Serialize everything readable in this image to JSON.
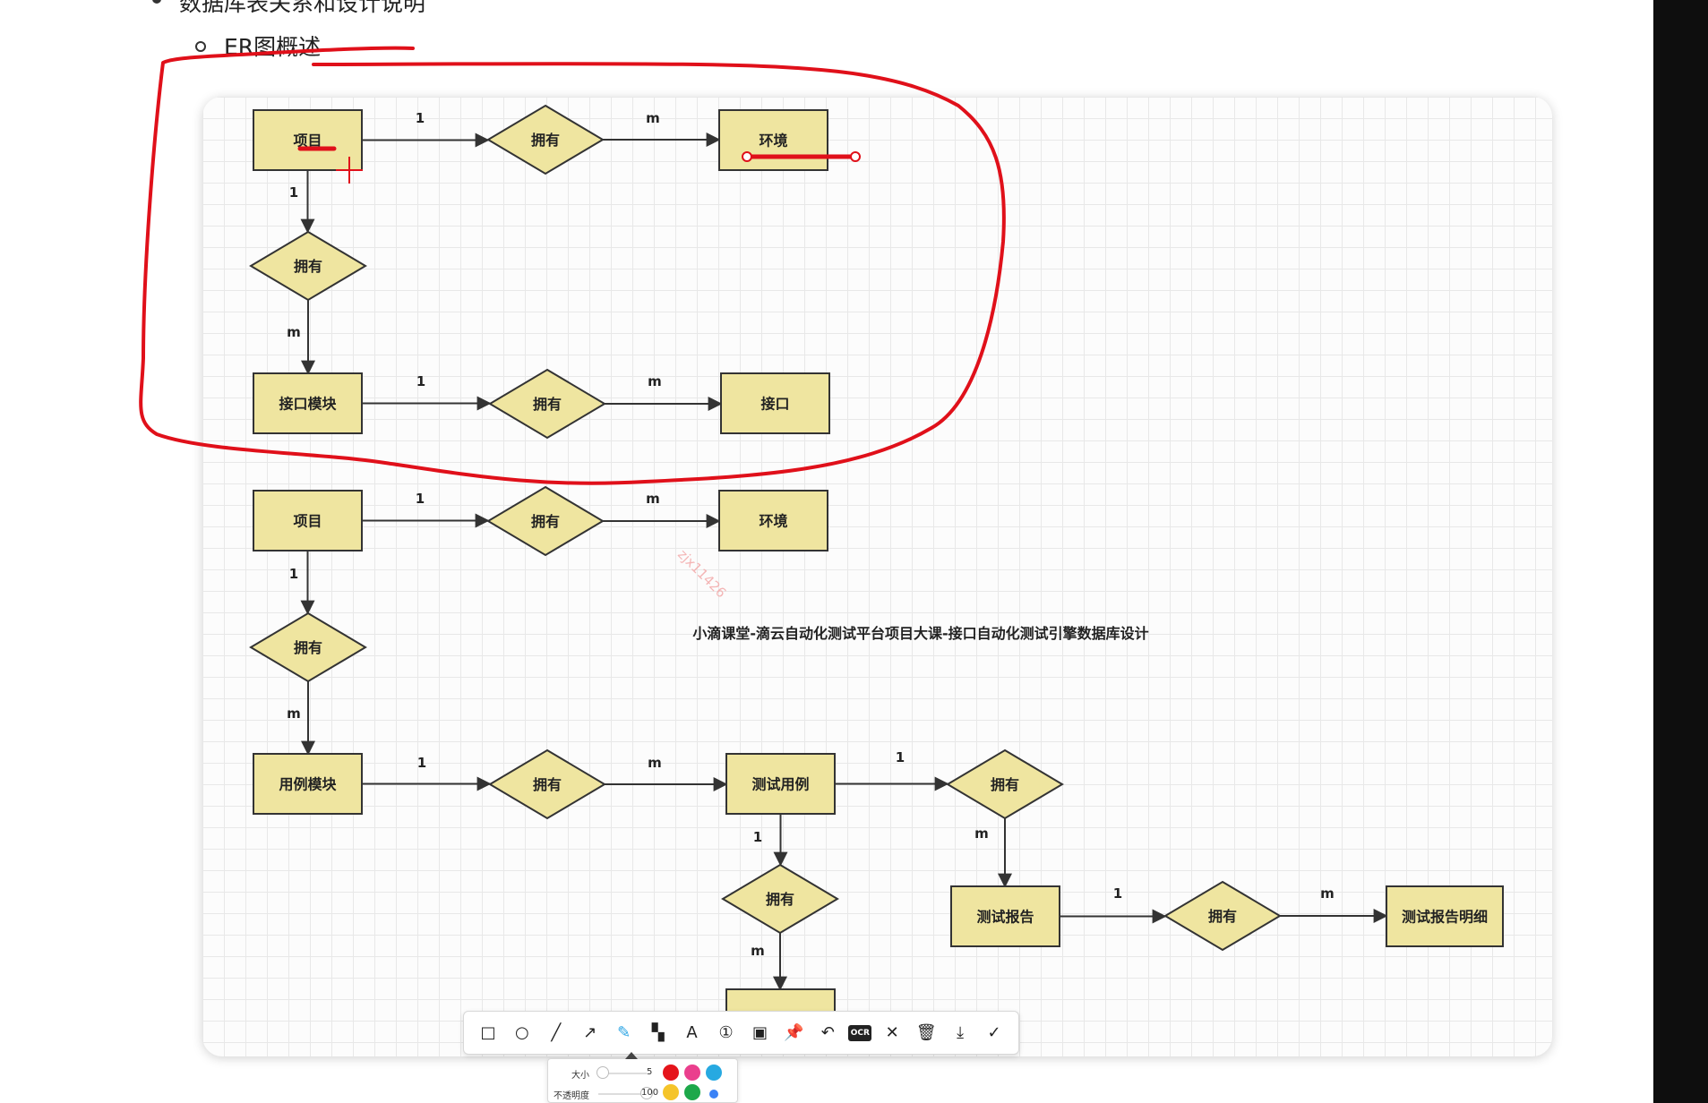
{
  "doc": {
    "bullet_top": "数据库表关系和设计说明",
    "bullet_sub": "ER图概述"
  },
  "diagram": {
    "title": "小滴课堂-滴云自动化测试平台项目大课-接口自动化测试引擎数据库设计",
    "watermark": "zjx11426",
    "colors": {
      "fill": "#efe5a0",
      "stroke": "#333333",
      "edge": "#333333",
      "annotation": "#e0101a",
      "grid": "#e8e8e8"
    },
    "entities": [
      {
        "id": "e1",
        "label": "项目"
      },
      {
        "id": "e2",
        "label": "环境"
      },
      {
        "id": "e3",
        "label": "接口模块"
      },
      {
        "id": "e4",
        "label": "接口"
      },
      {
        "id": "e5",
        "label": "项目"
      },
      {
        "id": "e6",
        "label": "环境"
      },
      {
        "id": "e7",
        "label": "用例模块"
      },
      {
        "id": "e8",
        "label": "测试用例"
      },
      {
        "id": "e9",
        "label": "测试报告"
      },
      {
        "id": "e10",
        "label": "测试报告明细"
      },
      {
        "id": "e11",
        "label": ""
      }
    ],
    "relationships": [
      {
        "id": "r1",
        "label": "拥有"
      },
      {
        "id": "r2",
        "label": "拥有"
      },
      {
        "id": "r3",
        "label": "拥有"
      },
      {
        "id": "r4",
        "label": "拥有"
      },
      {
        "id": "r5",
        "label": "拥有"
      },
      {
        "id": "r6",
        "label": "拥有"
      },
      {
        "id": "r7",
        "label": "拥有"
      },
      {
        "id": "r8",
        "label": "拥有"
      },
      {
        "id": "r9",
        "label": "拥有"
      }
    ],
    "edges": [
      {
        "from": "e1",
        "to": "r1",
        "label": "1"
      },
      {
        "from": "r1",
        "to": "e2",
        "label": "m"
      },
      {
        "from": "e1",
        "to": "r2",
        "label": "1"
      },
      {
        "from": "r2",
        "to": "e3",
        "label": "m"
      },
      {
        "from": "e3",
        "to": "r3",
        "label": "1"
      },
      {
        "from": "r3",
        "to": "e4",
        "label": "m"
      },
      {
        "from": "e5",
        "to": "r4",
        "label": "1"
      },
      {
        "from": "r4",
        "to": "e6",
        "label": "m"
      },
      {
        "from": "e5",
        "to": "r5",
        "label": "1"
      },
      {
        "from": "r5",
        "to": "e7",
        "label": "m"
      },
      {
        "from": "e7",
        "to": "r6",
        "label": "1"
      },
      {
        "from": "r6",
        "to": "e8",
        "label": "m"
      },
      {
        "from": "e8",
        "to": "r7",
        "label": "1"
      },
      {
        "from": "r7",
        "to": "e9",
        "label": "m"
      },
      {
        "from": "e8",
        "to": "r8",
        "label": "1"
      },
      {
        "from": "r8",
        "to": "e11",
        "label": "m"
      },
      {
        "from": "e9",
        "to": "r9",
        "label": "1"
      },
      {
        "from": "r9",
        "to": "e10",
        "label": "m"
      }
    ]
  },
  "toolbar": {
    "tools": [
      {
        "name": "rectangle-tool-icon",
        "glyph": "□"
      },
      {
        "name": "ellipse-tool-icon",
        "glyph": "○"
      },
      {
        "name": "line-tool-icon",
        "glyph": "╱"
      },
      {
        "name": "arrow-tool-icon",
        "glyph": "↗"
      },
      {
        "name": "pen-tool-icon",
        "glyph": "✎",
        "active": true
      },
      {
        "name": "mosaic-tool-icon",
        "glyph": "▚"
      },
      {
        "name": "text-tool-icon",
        "glyph": "A"
      },
      {
        "name": "number-marker-tool-icon",
        "glyph": "①"
      },
      {
        "name": "highlight-box-tool-icon",
        "glyph": "▣"
      },
      {
        "name": "pin-tool-icon",
        "glyph": "📌"
      },
      {
        "name": "undo-icon",
        "glyph": "↶"
      },
      {
        "name": "ocr-tool-icon",
        "glyph": "OCR"
      },
      {
        "name": "close-icon",
        "glyph": "✕"
      },
      {
        "name": "trash-icon",
        "glyph": "🗑"
      },
      {
        "name": "download-icon",
        "glyph": "⤓"
      },
      {
        "name": "confirm-check-icon",
        "glyph": "✓"
      }
    ],
    "pen_settings": {
      "size_label": "大小",
      "size_value": "5",
      "opacity_label": "不透明度",
      "opacity_value": "100",
      "size_level": 0.1,
      "opacity_level": 1.0,
      "swatches": [
        "#e5141b",
        "#ea3f8d",
        "#27a9e1",
        "#f5c42a",
        "#1da84a",
        "#3b82f6"
      ]
    }
  }
}
